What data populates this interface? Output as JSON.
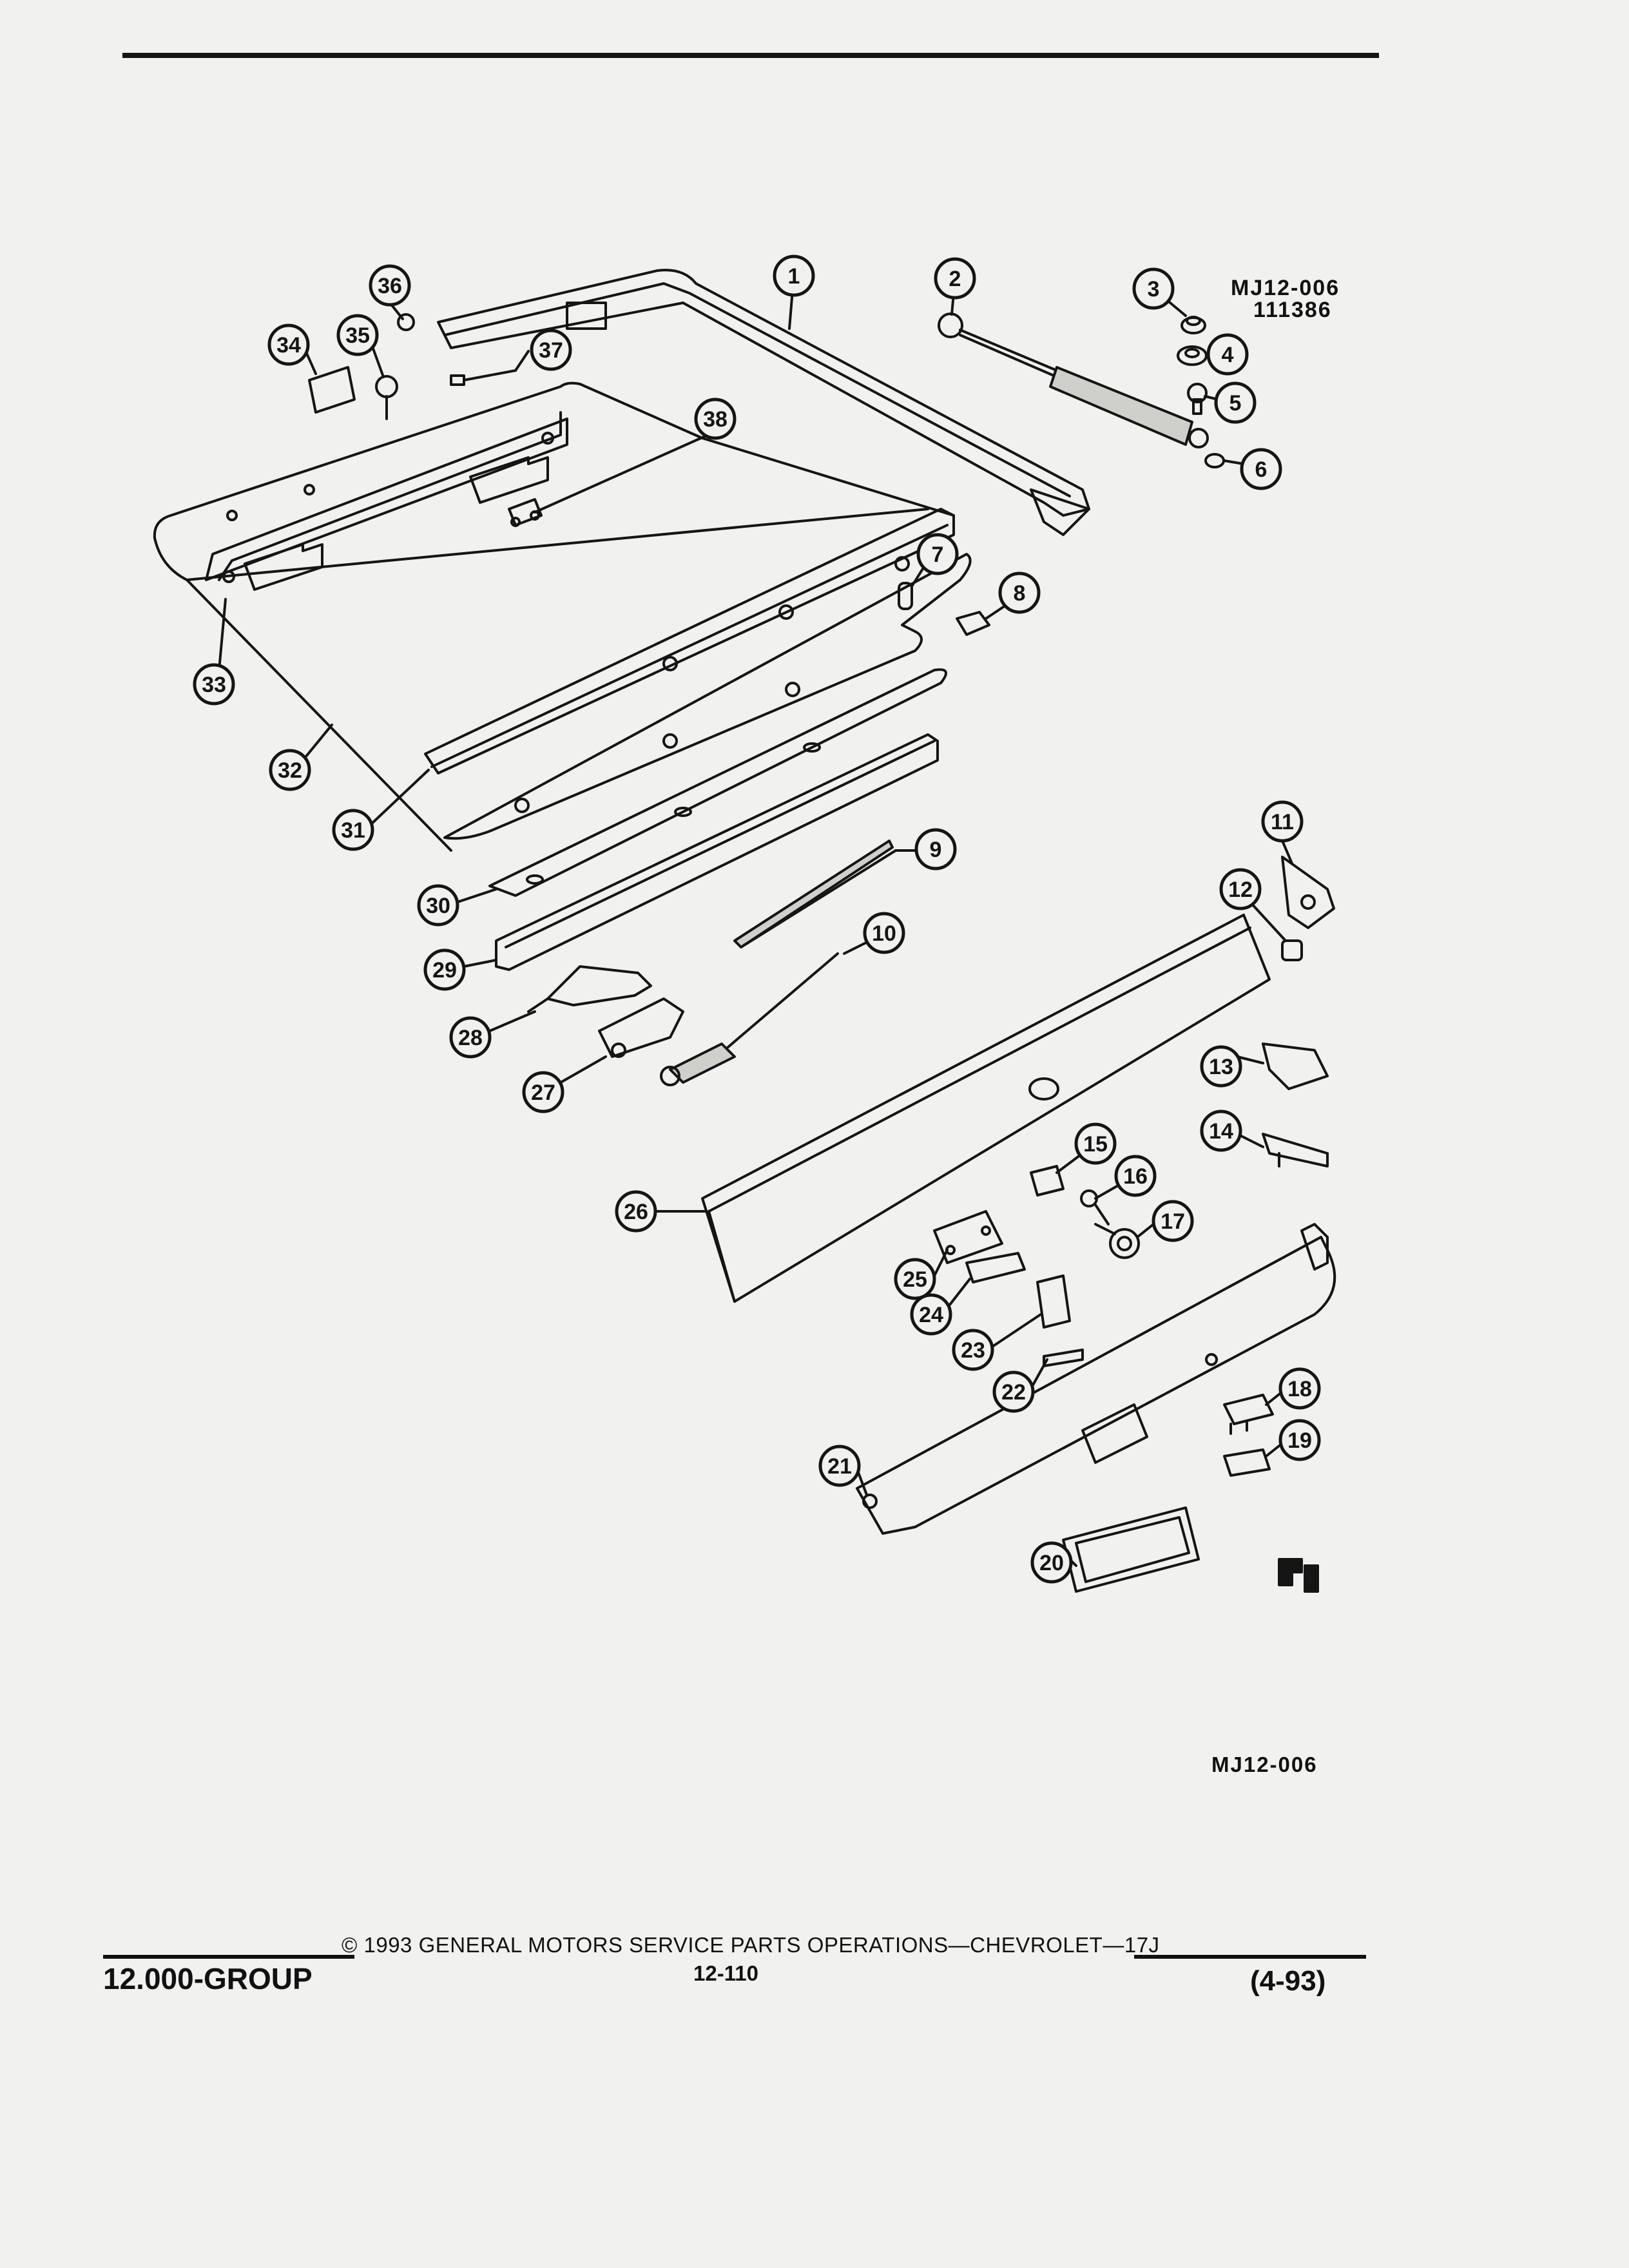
{
  "drawing_codes": {
    "top_line1": "MJ12-006",
    "top_line2": "111386",
    "bottom": "MJ12-006"
  },
  "callouts": [
    "1",
    "2",
    "3",
    "4",
    "5",
    "6",
    "7",
    "8",
    "9",
    "10",
    "11",
    "12",
    "13",
    "14",
    "15",
    "16",
    "17",
    "18",
    "19",
    "20",
    "21",
    "22",
    "23",
    "24",
    "25",
    "26",
    "27",
    "28",
    "29",
    "30",
    "31",
    "32",
    "33",
    "34",
    "35",
    "36",
    "37",
    "38"
  ],
  "footer": {
    "group": "12.000-GROUP",
    "copyright": "© 1993 GENERAL MOTORS SERVICE PARTS OPERATIONS—CHEVROLET—17J",
    "page_number": "12-110",
    "date": "(4-93)"
  },
  "colors": {
    "ink": "#151515",
    "paper": "#f1f1ef"
  }
}
